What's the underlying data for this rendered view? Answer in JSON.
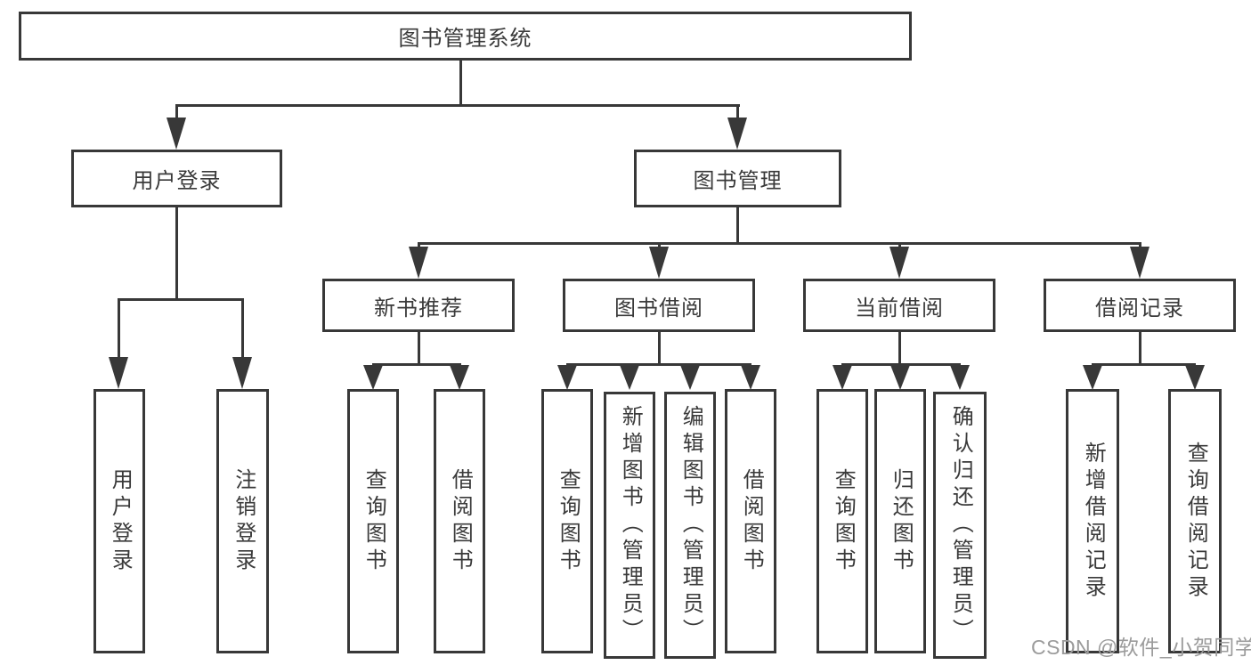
{
  "diagram": {
    "root": {
      "label": "图书管理系统"
    },
    "branches": [
      {
        "label": "用户登录",
        "children": [
          {
            "label": "用户登录"
          },
          {
            "label": "注销登录"
          }
        ]
      },
      {
        "label": "图书管理",
        "children": [
          {
            "label": "新书推荐",
            "children": [
              {
                "label": "查询图书"
              },
              {
                "label": "借阅图书"
              }
            ]
          },
          {
            "label": "图书借阅",
            "children": [
              {
                "label": "查询图书"
              },
              {
                "label": "新增图书（管理员）"
              },
              {
                "label": "编辑图书（管理员）"
              },
              {
                "label": "借阅图书"
              }
            ]
          },
          {
            "label": "当前借阅",
            "children": [
              {
                "label": "查询图书"
              },
              {
                "label": "归还图书"
              },
              {
                "label": "确认归还（管理员）"
              }
            ]
          },
          {
            "label": "借阅记录",
            "children": [
              {
                "label": "新增借阅记录"
              },
              {
                "label": "查询借阅记录"
              }
            ]
          }
        ]
      }
    ]
  },
  "watermark": {
    "text": "CSDN @软件_小贺同学"
  },
  "colors": {
    "line": "#383838",
    "text": "#3a3a3a",
    "box_background": "#ffffff",
    "watermark": "#9b9b9b"
  }
}
